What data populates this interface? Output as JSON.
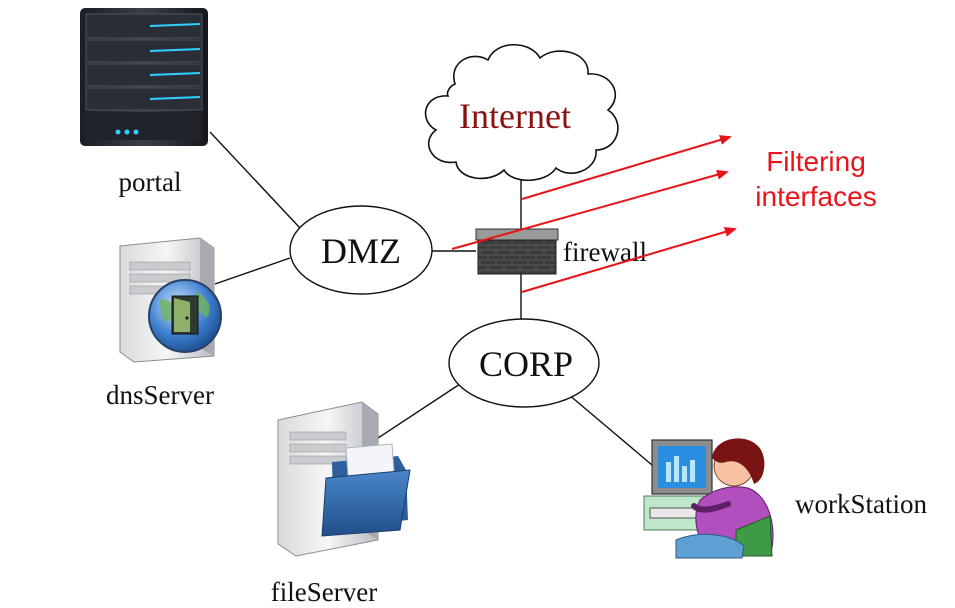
{
  "nodes": {
    "internet": "Internet",
    "dmz": "DMZ",
    "corp": "CORP",
    "firewall": "firewall",
    "portal": "portal",
    "dns_server": "dnsServer",
    "file_server": "fileServer",
    "workstation": "workStation"
  },
  "annotation": {
    "line1": "Filtering",
    "line2": "interfaces"
  },
  "colors": {
    "internet_text": "#8b1212",
    "annotation": "#e8141a",
    "arrows": "#e8141a",
    "links": "#111111"
  },
  "icons": {
    "portal": "rack-server-icon",
    "dns_server": "dns-server-globe-icon",
    "file_server": "file-server-folder-icon",
    "workstation": "person-at-computer-icon",
    "firewall": "brick-wall-icon",
    "internet": "cloud-icon"
  }
}
